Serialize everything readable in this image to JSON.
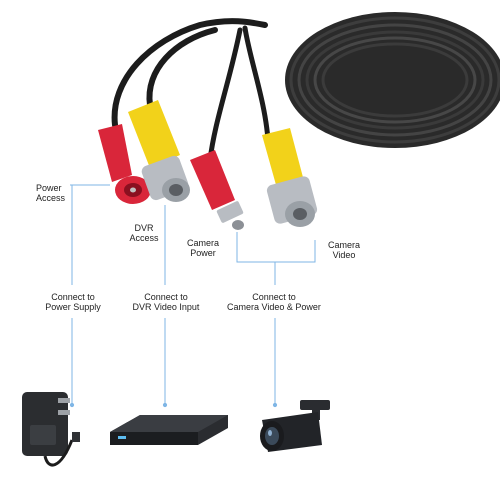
{
  "colors": {
    "cable": "#1c1c1c",
    "red_plug": "#d9263a",
    "yellow_plug": "#f2d21a",
    "metal": "#b8bcc2",
    "leader_line": "#7fb6e6",
    "text": "#222222"
  },
  "labels": {
    "power_access": [
      "Power",
      "Access"
    ],
    "dvr_access": [
      "DVR",
      "Access"
    ],
    "camera_power": [
      "Camera",
      "Power"
    ],
    "camera_video": [
      "Camera",
      "Video"
    ],
    "connect_power": [
      "Connect to",
      "Power Supply"
    ],
    "connect_dvr": [
      "Connect to",
      "DVR Video Input"
    ],
    "connect_camera": [
      "Connect to",
      "Camera Video & Power"
    ]
  },
  "icons": {
    "power_adapter": "power-adapter-icon",
    "dvr": "dvr-recorder-icon",
    "camera": "security-camera-icon"
  }
}
